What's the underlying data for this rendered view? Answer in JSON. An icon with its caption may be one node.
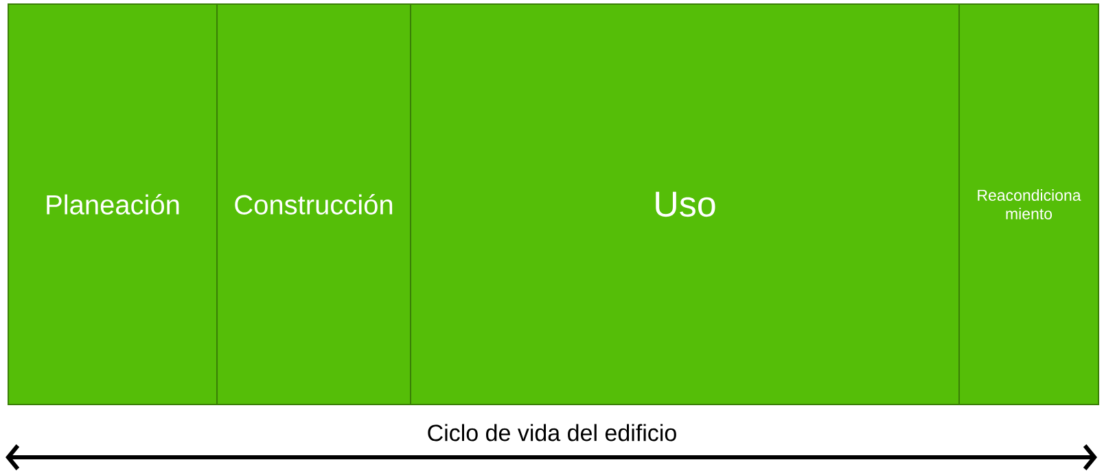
{
  "diagram": {
    "nodes": [
      {
        "text": [
          "Planeación"
        ]
      },
      {
        "text": [
          "Construcción"
        ]
      },
      {
        "text": [
          "Uso"
        ]
      },
      {
        "text": [
          "Reacondiciona miento"
        ]
      }
    ],
    "edges": [],
    "labels": [
      "Ciclo de vida del edificio"
    ]
  }
}
